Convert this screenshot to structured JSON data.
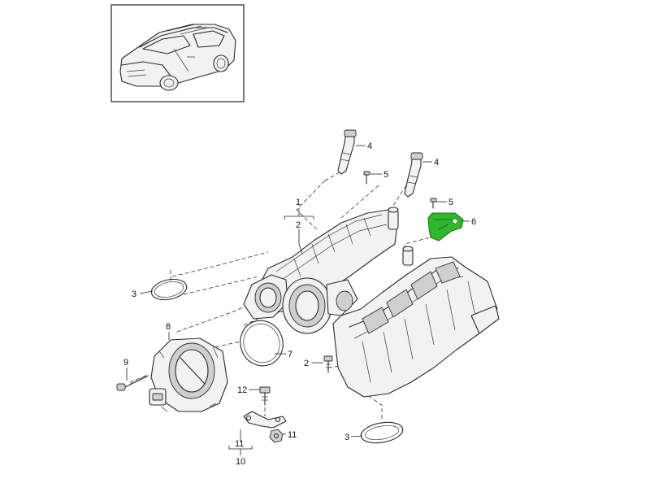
{
  "thumbnail": {
    "icon": "vehicle-thumbnail-icon"
  },
  "highlight_color": "#2db82d",
  "callouts": [
    {
      "key": "p1",
      "text": "1"
    },
    {
      "key": "p2",
      "text": "2"
    },
    {
      "key": "p3a",
      "text": "3"
    },
    {
      "key": "p3b",
      "text": "3"
    },
    {
      "key": "p4a",
      "text": "4"
    },
    {
      "key": "p4b",
      "text": "4"
    },
    {
      "key": "p5a",
      "text": "5"
    },
    {
      "key": "p5b",
      "text": "5"
    },
    {
      "key": "p6",
      "text": "6"
    },
    {
      "key": "p7",
      "text": "7"
    },
    {
      "key": "p8",
      "text": "8"
    },
    {
      "key": "p9",
      "text": "9"
    },
    {
      "key": "p10",
      "text": "10"
    },
    {
      "key": "p11a",
      "text": "11"
    },
    {
      "key": "p11b",
      "text": "11"
    },
    {
      "key": "p2b",
      "text": "2"
    },
    {
      "key": "p12",
      "text": "12"
    }
  ]
}
